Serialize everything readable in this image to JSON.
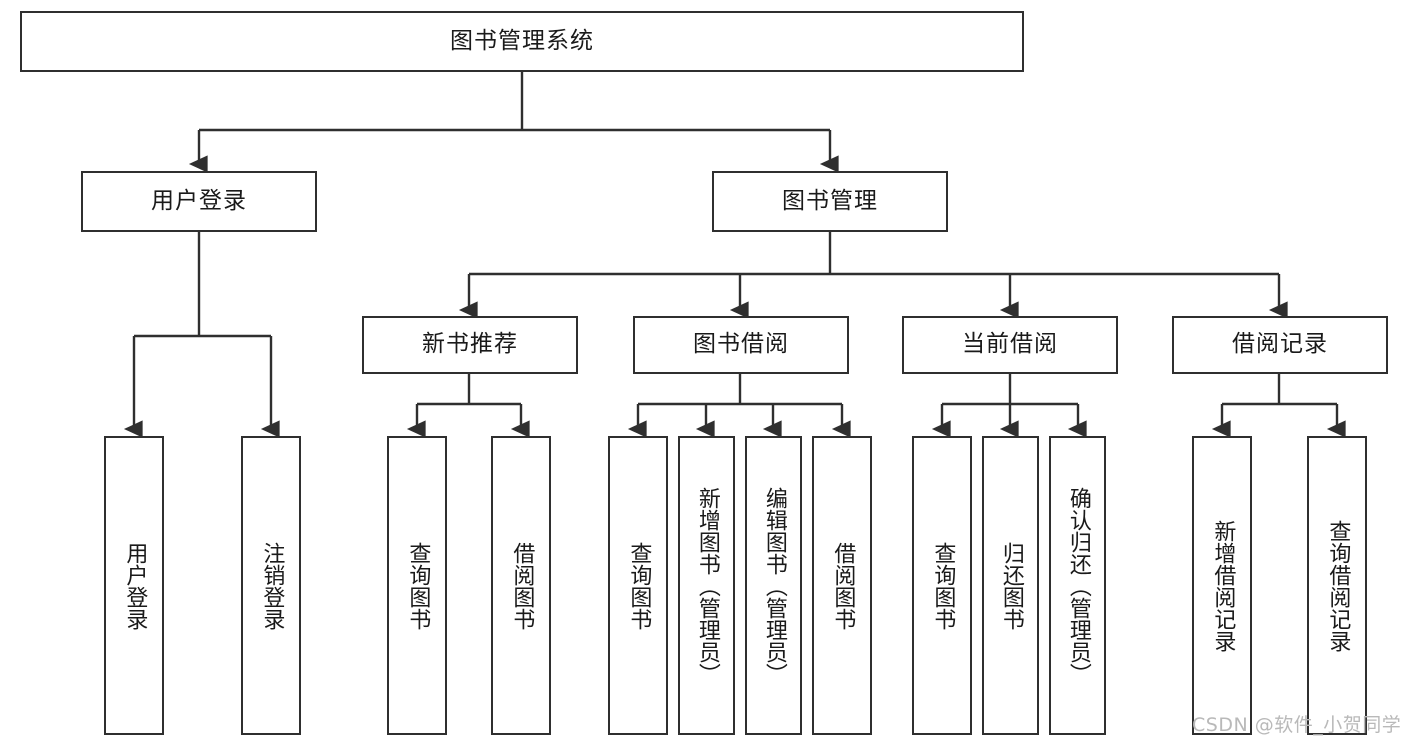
{
  "diagram": {
    "title": "图书管理系统",
    "type": "tree-hierarchy",
    "colors": {
      "box_stroke": "#2f2f2f",
      "box_fill": "#ffffff",
      "edge_stroke": "#2f2f2f",
      "text": "#1a1a1a",
      "watermark": "#b9b9b9",
      "background": "#ffffff"
    },
    "root": {
      "label": "图书管理系统"
    },
    "level2": [
      {
        "label": "用户登录"
      },
      {
        "label": "图书管理"
      }
    ],
    "level3": [
      {
        "label": "新书推荐"
      },
      {
        "label": "图书借阅"
      },
      {
        "label": "当前借阅"
      },
      {
        "label": "借阅记录"
      }
    ],
    "leaves_user_login": [
      {
        "label": "用户登录"
      },
      {
        "label": "注销登录"
      }
    ],
    "leaves_new_book": [
      {
        "label": "查询图书"
      },
      {
        "label": "借阅图书"
      }
    ],
    "leaves_borrow": [
      {
        "label": "查询图书"
      },
      {
        "label": "新增图书（管理员）"
      },
      {
        "label": "编辑图书（管理员）"
      },
      {
        "label": "借阅图书"
      }
    ],
    "leaves_current": [
      {
        "label": "查询图书"
      },
      {
        "label": "归还图书"
      },
      {
        "label": "确认归还（管理员）"
      }
    ],
    "leaves_record": [
      {
        "label": "新增借阅记录"
      },
      {
        "label": "查询借阅记录"
      }
    ],
    "watermark": "CSDN @软件_小贺同学"
  }
}
